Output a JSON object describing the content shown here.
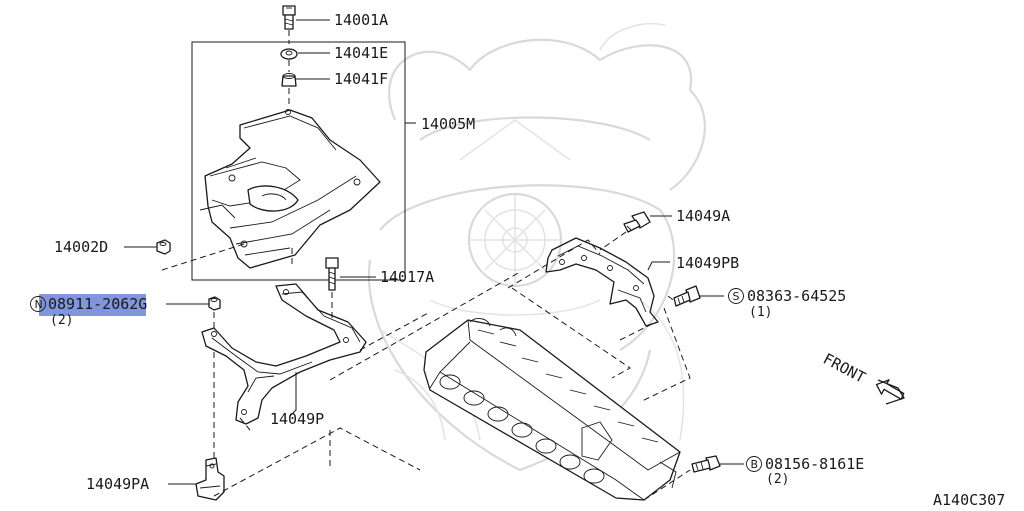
{
  "diagram": {
    "drawing_code": "A140C307",
    "direction_label": "FRONT",
    "highlight_color": "#6b82d6",
    "parts": [
      {
        "id": "p-14001A",
        "number": "14001A"
      },
      {
        "id": "p-14041E",
        "number": "14041E"
      },
      {
        "id": "p-14041F",
        "number": "14041F"
      },
      {
        "id": "p-14005M",
        "number": "14005M"
      },
      {
        "id": "p-14002D",
        "number": "14002D"
      },
      {
        "id": "p-14017A",
        "number": "14017A"
      },
      {
        "id": "p-08911",
        "prefix": "N",
        "number": "08911-2062G",
        "qty": "(2)",
        "highlighted": true
      },
      {
        "id": "p-14049P",
        "number": "14049P"
      },
      {
        "id": "p-14049PA",
        "number": "14049PA"
      },
      {
        "id": "p-14049A",
        "number": "14049A"
      },
      {
        "id": "p-14049PB",
        "number": "14049PB"
      },
      {
        "id": "p-08363",
        "prefix": "S",
        "number": "08363-64525",
        "qty": "(1)"
      },
      {
        "id": "p-08156",
        "prefix": "B",
        "number": "08156-8161E",
        "qty": "(2)"
      }
    ]
  }
}
